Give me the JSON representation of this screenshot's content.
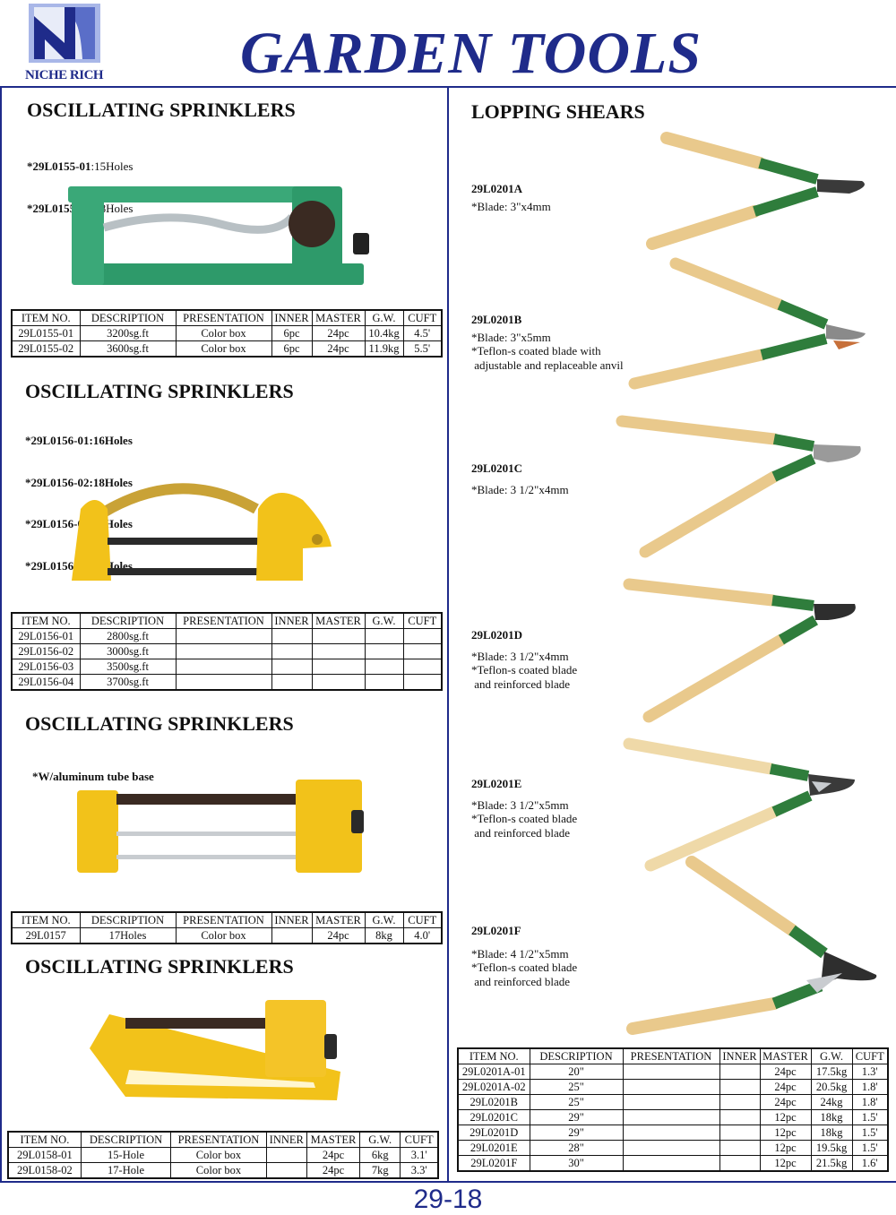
{
  "brand": {
    "name": "NICHE RICH"
  },
  "page": {
    "title": "GARDEN TOOLS",
    "number": "29-18"
  },
  "colors": {
    "brand_blue": "#1f2b8a",
    "sprinkler_green": "#2e9a6a",
    "sprinkler_yellow": "#f2c21a",
    "handle_wood": "#e9c98c",
    "grip_green": "#2f7d3c"
  },
  "table_headers": [
    "ITEM NO.",
    "DESCRIPTION",
    "PRESENTATION",
    "INNER",
    "MASTER",
    "G.W.",
    "CUFT"
  ],
  "sections": [
    {
      "title": "OSCILLATING SPRINKLERS",
      "notes": [
        {
          "code": "*29L0155-01",
          "text": ":15Holes"
        },
        {
          "code": "*29L0155-02",
          "text": ":18Holes"
        }
      ],
      "rows": [
        [
          "29L0155-01",
          "3200sg.ft",
          "Color box",
          "6pc",
          "24pc",
          "10.4kg",
          "4.5'"
        ],
        [
          "29L0155-02",
          "3600sg.ft",
          "Color box",
          "6pc",
          "24pc",
          "11.9kg",
          "5.5'"
        ]
      ]
    },
    {
      "title": "OSCILLATING SPRINKLERS",
      "notes": [
        {
          "code": "",
          "text": "*29L0156-01:16Holes"
        },
        {
          "code": "",
          "text": "*29L0156-02:18Holes"
        },
        {
          "code": "",
          "text": "*29L0156-03:20Holes"
        },
        {
          "code": "",
          "text": "*29L0156-04:22Holes"
        }
      ],
      "rows": [
        [
          "29L0156-01",
          "2800sg.ft",
          "",
          "",
          "",
          "",
          ""
        ],
        [
          "29L0156-02",
          "3000sg.ft",
          "",
          "",
          "",
          "",
          ""
        ],
        [
          "29L0156-03",
          "3500sg.ft",
          "",
          "",
          "",
          "",
          ""
        ],
        [
          "29L0156-04",
          "3700sg.ft",
          "",
          "",
          "",
          "",
          ""
        ]
      ]
    },
    {
      "title": "OSCILLATING SPRINKLERS",
      "notes": [
        {
          "code": "",
          "text": "*W/aluminum tube base"
        }
      ],
      "rows": [
        [
          "29L0157",
          "17Holes",
          "Color box",
          "",
          "24pc",
          "8kg",
          "4.0'"
        ]
      ]
    },
    {
      "title": "OSCILLATING SPRINKLERS",
      "notes": [],
      "rows": [
        [
          "29L0158-01",
          "15-Hole",
          "Color box",
          "",
          "24pc",
          "6kg",
          "3.1'"
        ],
        [
          "29L0158-02",
          "17-Hole",
          "Color box",
          "",
          "24pc",
          "7kg",
          "3.3'"
        ]
      ]
    }
  ],
  "shears": {
    "title": "LOPPING SHEARS",
    "items": [
      {
        "code": "29L0201A",
        "lines": [
          "*Blade: 3\"x4mm"
        ]
      },
      {
        "code": "29L0201B",
        "lines": [
          "*Blade: 3\"x5mm",
          "*Teflon-s coated blade with",
          " adjustable and replaceable anvil"
        ]
      },
      {
        "code": "29L0201C",
        "lines": [
          "*Blade: 3 1/2\"x4mm"
        ]
      },
      {
        "code": "29L0201D",
        "lines": [
          "*Blade: 3 1/2\"x4mm",
          "*Teflon-s coated blade",
          " and reinforced blade"
        ]
      },
      {
        "code": "29L0201E",
        "lines": [
          "*Blade: 3 1/2\"x5mm",
          "*Teflon-s coated blade",
          " and reinforced blade"
        ]
      },
      {
        "code": "29L0201F",
        "lines": [
          "*Blade: 4 1/2\"x5mm",
          "*Teflon-s coated blade",
          " and reinforced blade"
        ]
      }
    ],
    "rows": [
      [
        "29L0201A-01",
        "20\"",
        "",
        "",
        "24pc",
        "17.5kg",
        "1.3'"
      ],
      [
        "29L0201A-02",
        "25\"",
        "",
        "",
        "24pc",
        "20.5kg",
        "1.8'"
      ],
      [
        "29L0201B",
        "25\"",
        "",
        "",
        "24pc",
        "24kg",
        "1.8'"
      ],
      [
        "29L0201C",
        "29\"",
        "",
        "",
        "12pc",
        "18kg",
        "1.5'"
      ],
      [
        "29L0201D",
        "29\"",
        "",
        "",
        "12pc",
        "18kg",
        "1.5'"
      ],
      [
        "29L0201E",
        "28\"",
        "",
        "",
        "12pc",
        "19.5kg",
        "1.5'"
      ],
      [
        "29L0201F",
        "30\"",
        "",
        "",
        "12pc",
        "21.5kg",
        "1.6'"
      ]
    ]
  }
}
